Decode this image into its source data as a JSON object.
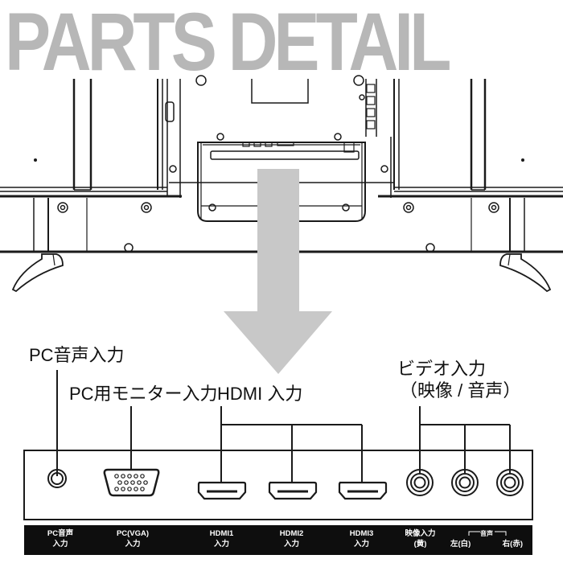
{
  "title": "PARTS DETAIL",
  "colors": {
    "title_gray": "#b7b7b7",
    "arrow_gray": "#c8c8c8",
    "line": "#1a1a1a",
    "bar_bg": "#0e0e0e",
    "bar_text": "#ffffff"
  },
  "callouts": {
    "pc_audio": "PC音声入力",
    "pc_monitor": "PC用モニター入力",
    "hdmi": "HDMI  入力",
    "video_line1": "ビデオ入力",
    "video_line2": "（映像 / 音声）"
  },
  "ports": [
    {
      "id": "pc-audio",
      "icon": "audio-jack-icon"
    },
    {
      "id": "vga",
      "icon": "vga-port-icon"
    },
    {
      "id": "hdmi1",
      "icon": "hdmi-port-icon"
    },
    {
      "id": "hdmi2",
      "icon": "hdmi-port-icon"
    },
    {
      "id": "hdmi3",
      "icon": "hdmi-port-icon"
    },
    {
      "id": "video",
      "icon": "rca-jack-icon"
    },
    {
      "id": "audio-l",
      "icon": "rca-jack-icon"
    },
    {
      "id": "audio-r",
      "icon": "rca-jack-icon"
    }
  ],
  "bar_labels": {
    "pc_audio": {
      "line1": "PC音声",
      "line2": "入力"
    },
    "pc_vga": {
      "line1": "PC(VGA)",
      "line2": "入力"
    },
    "hdmi1": {
      "line1": "HDMI1",
      "line2": "入力"
    },
    "hdmi2": {
      "line1": "HDMI2",
      "line2": "入力"
    },
    "hdmi3": {
      "line1": "HDMI3",
      "line2": "入力"
    },
    "video": {
      "line1": "映像入力",
      "line2": "(黄)"
    },
    "audio_group": "音声",
    "audio_left": "左(白)",
    "audio_right": "右(赤)"
  }
}
